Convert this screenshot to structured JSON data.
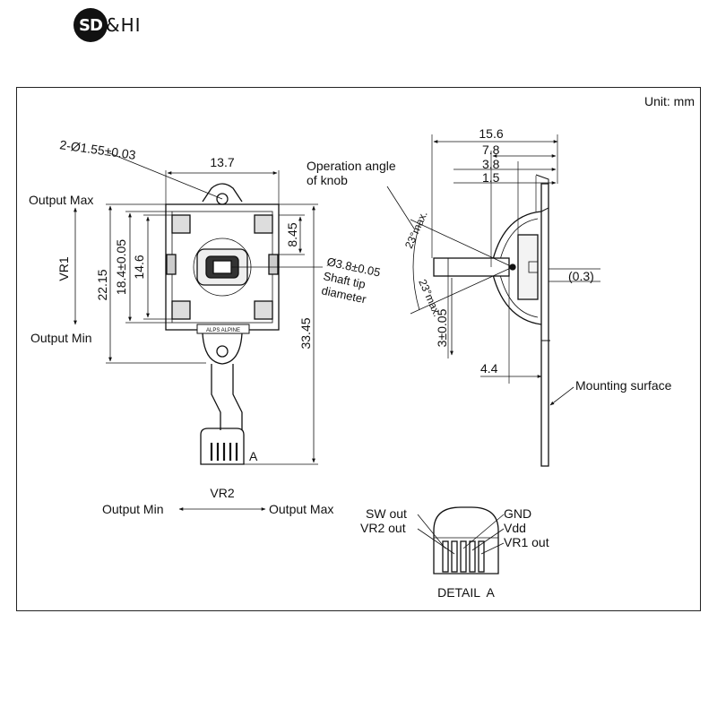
{
  "brand": {
    "badge": "SD",
    "text": "&HI"
  },
  "unit_label": "Unit: mm",
  "front_view": {
    "hole_spec": "2-Ø1.55±0.03",
    "width_top": "13.7",
    "output_max_left": "Output Max",
    "output_min_left": "Output Min",
    "vr1_label": "VR1",
    "dim_22_15": "22.15",
    "dim_18_4": "18.4±0.05",
    "dim_14_6": "14.6",
    "dim_8_45": "8.45",
    "dim_33_45": "33.45",
    "shaft_tip": "Ø3.8±0.05",
    "shaft_tip_2": "Shaft tip",
    "shaft_tip_3": "diameter",
    "brand_plate": "ALPS ALPINE",
    "connector_mark": "A",
    "vr2_label": "VR2",
    "output_min_bottom": "Output Min",
    "output_max_bottom": "Output Max"
  },
  "side_view": {
    "dim_15_6": "15.6",
    "dim_7_8": "7.8",
    "dim_3_8": "3.8",
    "dim_1_5": "1.5",
    "operation_angle_1": "Operation angle",
    "operation_angle_2": "of knob",
    "angle_top": "23°max.",
    "angle_bottom": "23°max.",
    "dim_0_3": "(0.3)",
    "dim_3_005": "3±0.05",
    "dim_4_4": "4.4",
    "mounting_surface": "Mounting surface"
  },
  "detail_a": {
    "sw_out": "SW out",
    "vr2_out": "VR2 out",
    "gnd": "GND",
    "vdd": "Vdd",
    "vr1_out": "VR1 out",
    "title": "DETAIL  A"
  }
}
